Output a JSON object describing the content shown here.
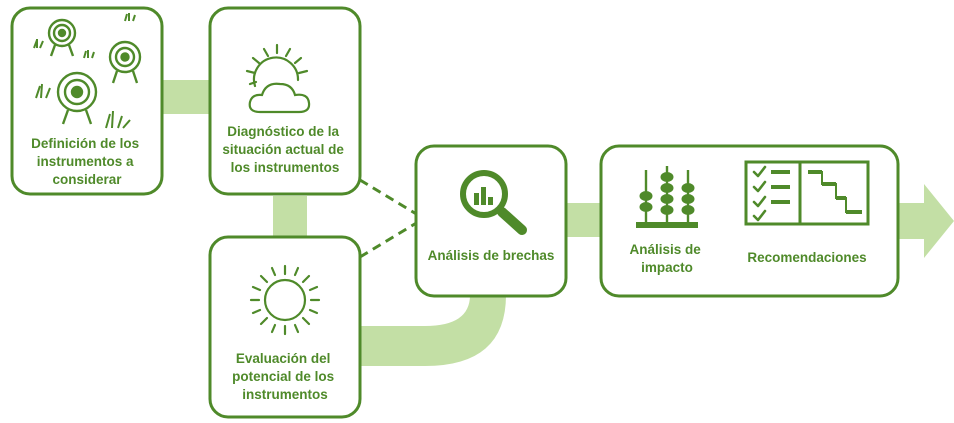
{
  "colors": {
    "dark_green": "#4f8a2a",
    "light_green": "#c3dfa5",
    "box_fill": "#ffffff"
  },
  "steps": [
    {
      "id": "definicion",
      "lines": [
        "Definición de los",
        "instrumentos a",
        "considerar"
      ],
      "icon": "targets-icon"
    },
    {
      "id": "diagnostico",
      "lines": [
        "Diagnóstico de la",
        "situación actual de",
        "los instrumentos"
      ],
      "icon": "sun-cloud-icon"
    },
    {
      "id": "evaluacion",
      "lines": [
        "Evaluación del",
        "potencial de los",
        "instrumentos"
      ],
      "icon": "sun-icon"
    },
    {
      "id": "brechas",
      "lines": [
        "Análisis de brechas"
      ],
      "icon": "magnifier-chart-icon"
    },
    {
      "id": "impacto",
      "lines": [
        "Análisis de",
        "impacto"
      ],
      "icon": "abacus-icon"
    },
    {
      "id": "recomendaciones",
      "lines": [
        "Recomendaciones"
      ],
      "icon": "checklist-chart-icon"
    }
  ]
}
